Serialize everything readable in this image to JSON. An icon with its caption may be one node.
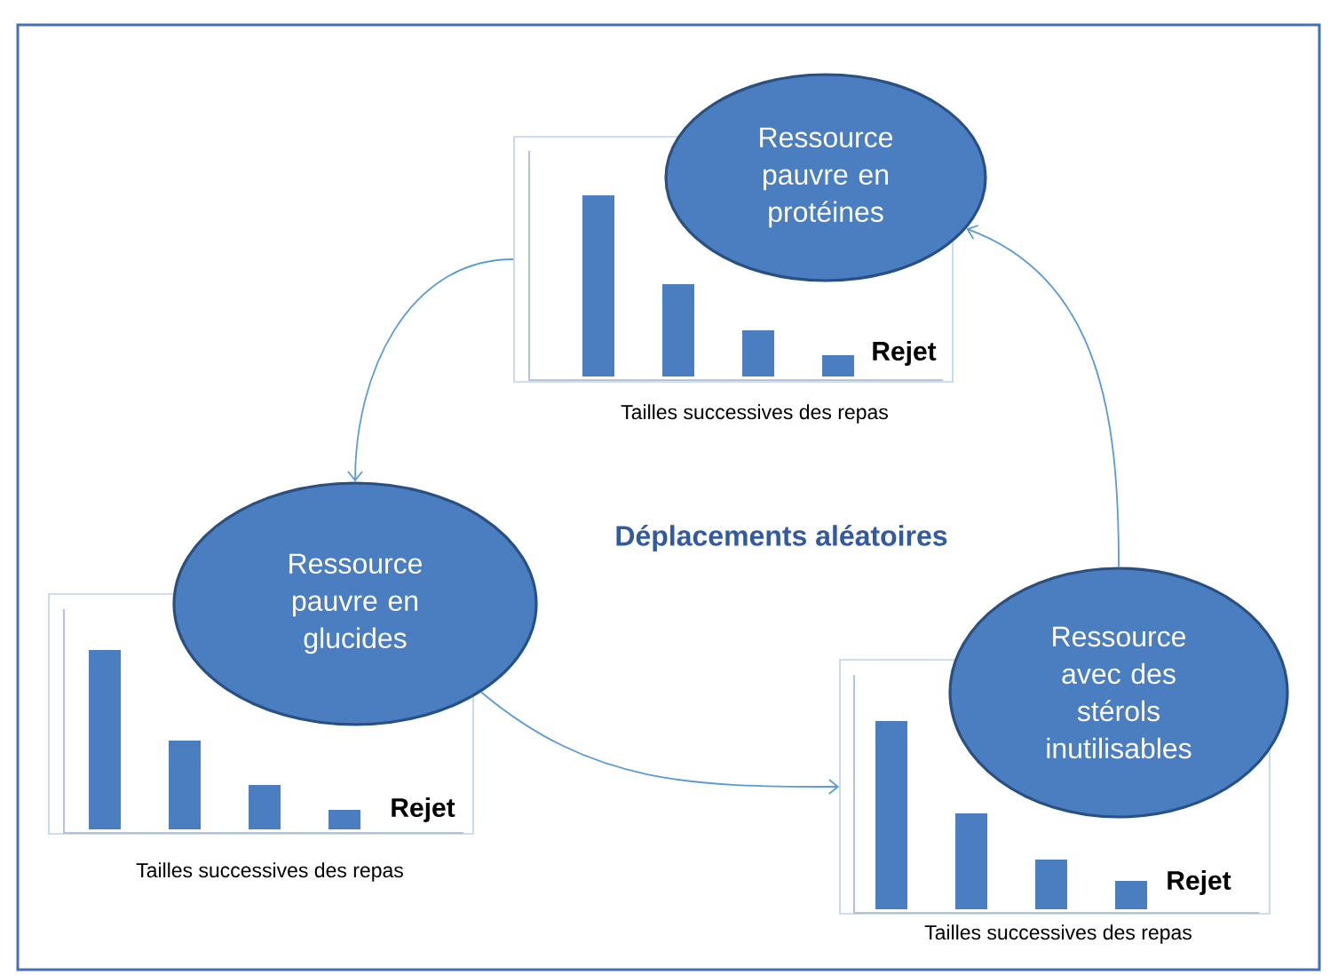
{
  "diagram": {
    "nodes": [
      {
        "text": [
          "Ressource pauvre en protéines"
        ]
      },
      {
        "text": [
          "Rejet"
        ],
        "beside": [
          "Tailles successives des repas"
        ]
      },
      {
        "text": [
          "Ressource pauvre en glucides"
        ]
      },
      {
        "text": [
          "Rejet"
        ],
        "beside": [
          "Tailles successives des repas"
        ]
      },
      {
        "text": [
          "Ressource avec des stérols inutilisables"
        ]
      },
      {
        "text": [
          "Rejet"
        ],
        "beside": [
          "Tailles successives des repas"
        ]
      }
    ],
    "edges": [
      {
        "from": 1,
        "to": 2,
        "arrow": "to"
      },
      {
        "from": 2,
        "to": 5,
        "arrow": "to"
      },
      {
        "from": 4,
        "to": 0,
        "arrow": "to"
      }
    ],
    "labels": [
      "Déplacements aléatoires"
    ]
  }
}
